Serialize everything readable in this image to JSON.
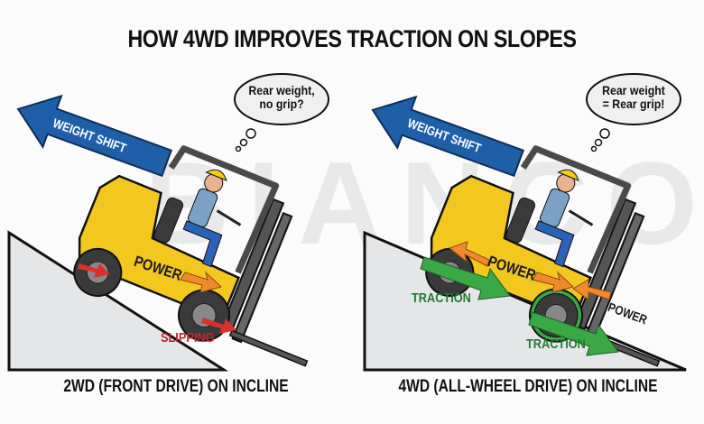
{
  "title": "HOW 4WD IMPROVES TRACTION ON SLOPES",
  "watermark": "BIANCO",
  "colors": {
    "forklift_yellow": "#f2c81e",
    "arrow_blue": "#1f5fa8",
    "power_orange": "#f08a2c",
    "slip_red": "#d9322c",
    "traction_green": "#3aa845",
    "slope_gray": "#e4e6e8",
    "outline": "#111111"
  },
  "panels": [
    {
      "id": "2wd",
      "caption": "2WD (FRONT DRIVE) ON INCLINE",
      "thought_bubble": {
        "line1": "Rear weight,",
        "line2": "no grip?"
      },
      "weight_arrow_label": "WEIGHT SHIFT",
      "power_label": "POWER",
      "slip_label": "SLIPPING"
    },
    {
      "id": "4wd",
      "caption": "4WD (ALL-WHEEL DRIVE) ON INCLINE",
      "thought_bubble": {
        "line1": "Rear weight",
        "line2": "= Rear grip!"
      },
      "weight_arrow_label": "WEIGHT SHIFT",
      "power_label": "POWER",
      "power_label_2": "POWER",
      "traction_label_rear": "TRACTION",
      "traction_label_front": "TRACTION"
    }
  ]
}
